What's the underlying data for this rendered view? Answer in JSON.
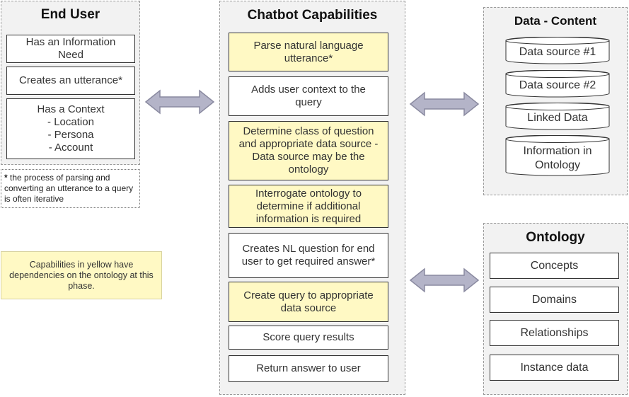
{
  "end_user": {
    "title": "End User",
    "items": [
      "Has an Information\nNeed",
      "Creates an utterance*",
      "Has a Context\n- Location\n- Persona\n- Account"
    ],
    "footnote_star": "*",
    "footnote_text": " the process of parsing and converting an utterance to a query is often iterative"
  },
  "legend": "Capabilities in yellow have dependencies on the ontology at this phase.",
  "chatbot": {
    "title": "Chatbot Capabilities",
    "items": [
      {
        "label": "Parse natural language\nutterance*",
        "yellow": true
      },
      {
        "label": "Adds user context to the\nquery",
        "yellow": false
      },
      {
        "label": "Determine class of question\nand appropriate data source -\nData source may be the\nontology",
        "yellow": true
      },
      {
        "label": "Interrogate ontology to\ndetermine if additional\ninformation is required",
        "yellow": true
      },
      {
        "label": "Creates NL question for end\nuser to get required answer*",
        "yellow": false
      },
      {
        "label": "Create query to appropriate\ndata source",
        "yellow": true
      },
      {
        "label": "Score query results",
        "yellow": false
      },
      {
        "label": "Return answer to user",
        "yellow": false
      }
    ]
  },
  "data_content": {
    "title": "Data - Content",
    "items": [
      "Data source #1",
      "Data source #2",
      "Linked Data",
      "Information in\nOntology"
    ]
  },
  "ontology": {
    "title": "Ontology",
    "items": [
      "Concepts",
      "Domains",
      "Relationships",
      "Instance data"
    ]
  },
  "colors": {
    "panel_bg": "#f2f2f2",
    "highlight": "#fff9c4",
    "arrow_fill": "#b4b4c8",
    "arrow_stroke": "#8a8aa0"
  }
}
